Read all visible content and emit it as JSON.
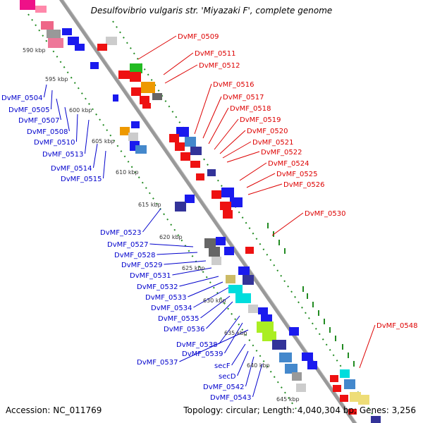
{
  "title": "Desulfovibrio vulgaris str. 'Miyazaki F', complete genome",
  "accession": "Accession: NC_011769",
  "summary": "Topology: circular; Length: 4,040,304 bp; Genes: 3,256",
  "colors": {
    "backbone": "#999999",
    "ruler_dots": "#228B22",
    "label_red": "#dd0000",
    "label_blue": "#0000cc",
    "leader_red": "#dd0000",
    "leader_blue": "#0000cc"
  },
  "kbp_ticks": [
    "590 kbp",
    "595 kbp",
    "600 kbp",
    "605 kbp",
    "610 kbp",
    "615 kbp",
    "620 kbp",
    "625 kbp",
    "630 kbp",
    "635 kbp",
    "640 kbp",
    "645 kbp"
  ],
  "right_labels": [
    "DvMF_0509",
    "DvMF_0511",
    "DvMF_0512",
    "DvMF_0516",
    "DvMF_0517",
    "DvMF_0518",
    "DvMF_0519",
    "DvMF_0520",
    "DvMF_0521",
    "DvMF_0522",
    "DvMF_0524",
    "DvMF_0525",
    "DvMF_0526",
    "DvMF_0530",
    "DvMF_0548"
  ],
  "left_labels": [
    "DvMF_0504",
    "DvMF_0505",
    "DvMF_0507",
    "DvMF_0508",
    "DvMF_0510",
    "DvMF_0513",
    "DvMF_0514",
    "DvMF_0515",
    "DvMF_0523",
    "DvMF_0527",
    "DvMF_0528",
    "DvMF_0529",
    "DvMF_0531",
    "DvMF_0532",
    "DvMF_0533",
    "DvMF_0534",
    "DvMF_0535",
    "DvMF_0536",
    "DvMF_0538",
    "DvMF_0539",
    "DvMF_0537",
    "secF",
    "secD",
    "DvMF_0542",
    "DvMF_0543"
  ]
}
